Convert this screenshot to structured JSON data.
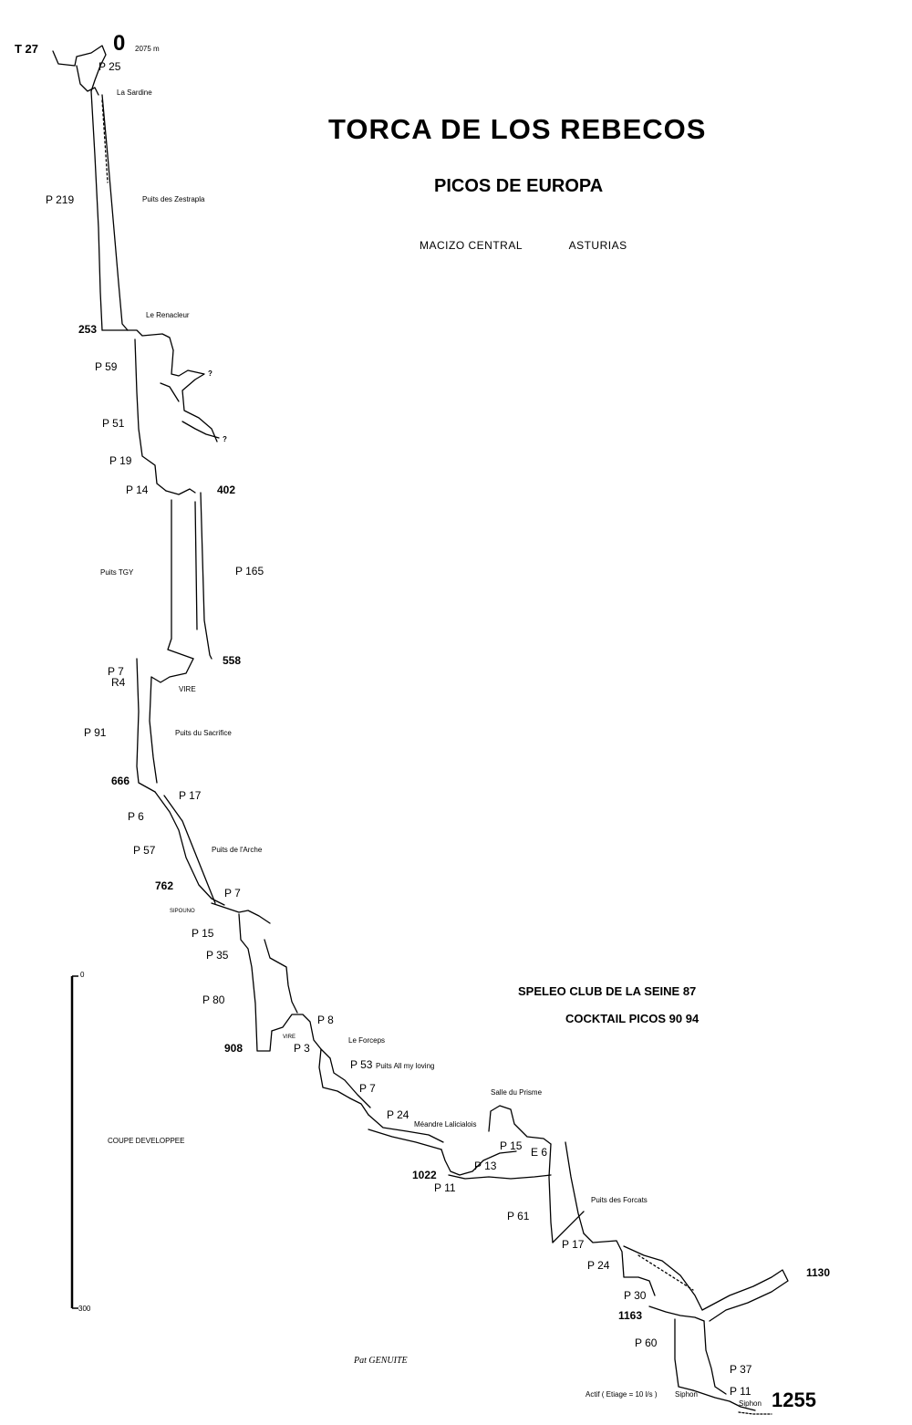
{
  "title": "TORCA DE LOS REBECOS",
  "subtitle": "PICOS DE EUROPA",
  "region": {
    "massif": "MACIZO CENTRAL",
    "province": "ASTURIAS"
  },
  "credits": {
    "club": "SPELEO CLUB DE LA SEINE 87",
    "expedition": "COCKTAIL PICOS 90 94",
    "author": "Pat GENUITE"
  },
  "section_type": "COUPE DEVELOPPEE",
  "scale": {
    "top": "0",
    "bottom": "300"
  },
  "entrance": {
    "name": "T 27",
    "depth": "0",
    "altitude": "2075 m"
  },
  "named_features": {
    "la_sardine": "La Sardine",
    "puits_zestrapla": "Puits des Zestrapla",
    "le_renacleur": "Le Renacleur",
    "puits_tgy": "Puits TGY",
    "vire1": "VIRE",
    "puits_sacrifice": "Puits du Sacrifice",
    "puits_arche": "Puits de l'Arche",
    "siphon_level": "SIPOUNO",
    "vire2": "VIRE",
    "le_forceps": "Le Forceps",
    "puits_loving": "Puits All my loving",
    "salle_prisme": "Salle du Prisme",
    "meandre": "Méandre Lalicialois",
    "puits_forcats": "Puits des Forcats",
    "actif": "Actif ( Etiage = 10 l/s )",
    "siphon": "Siphon",
    "siphon2": "Siphon"
  },
  "pitches": {
    "p25": "P 25",
    "p219": "P 219",
    "p59": "P 59",
    "p51": "P 51",
    "p19": "P 19",
    "p14": "P 14",
    "p165": "P 165",
    "p7a": "P 7",
    "r4": "R4",
    "p91": "P 91",
    "p17a": "P 17",
    "p6": "P 6",
    "p57": "P 57",
    "p7b": "P 7",
    "p15a": "P 15",
    "p35": "P 35",
    "p80": "P 80",
    "p8": "P 8",
    "p3": "P 3",
    "p53": "P 53",
    "p7c": "P 7",
    "p24a": "P 24",
    "p15b": "P 15",
    "e6": "E 6",
    "p13": "P 13",
    "p11a": "P 11",
    "p61": "P 61",
    "p17b": "P 17",
    "p24b": "P 24",
    "p30": "P 30",
    "p60": "P 60",
    "p37": "P 37",
    "p11b": "P 11"
  },
  "depths": {
    "d253": "253",
    "d402": "402",
    "d558": "558",
    "d666": "666",
    "d762": "762",
    "d908": "908",
    "d1022": "1022",
    "d1130": "1130",
    "d1163": "1163",
    "d1255": "1255"
  },
  "question_marks": {
    "q1": "?",
    "q2": "?"
  }
}
